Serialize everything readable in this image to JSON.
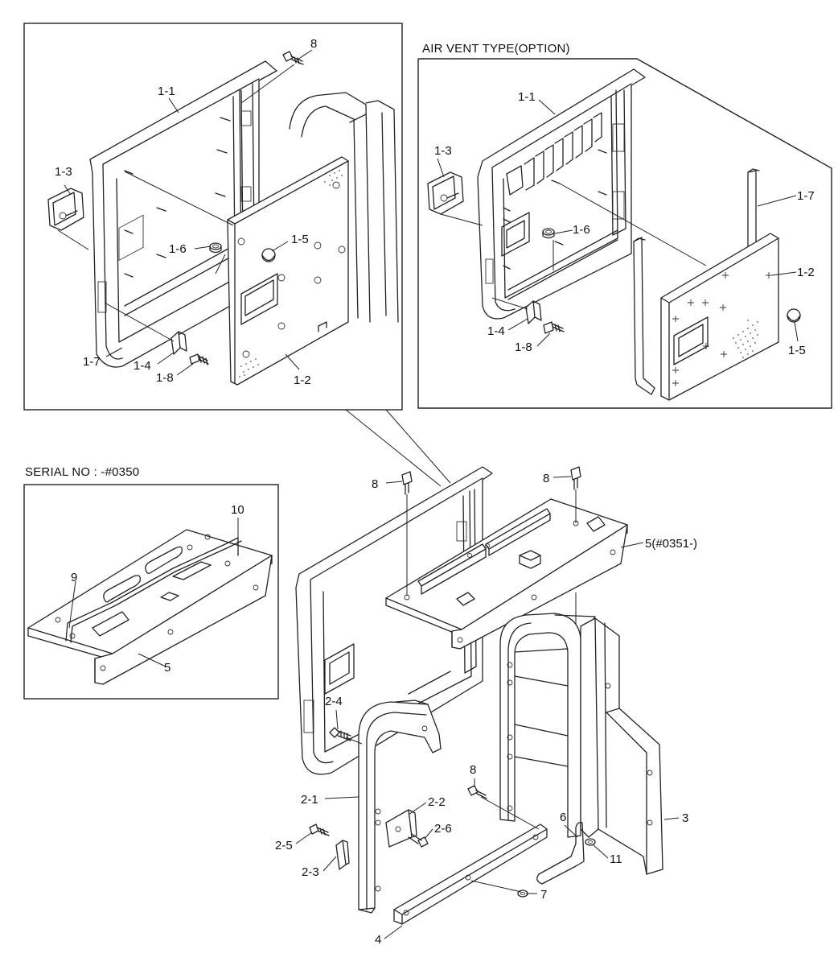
{
  "captions": {
    "air_vent": "AIR VENT TYPE(OPTION)",
    "serial": "SERIAL NO : -#0350"
  },
  "labels_top_left": [
    "8",
    "1-1",
    "1-3",
    "1-6",
    "1-5",
    "1-7",
    "1-4",
    "1-8",
    "1-2"
  ],
  "labels_top_right": [
    "1-1",
    "1-3",
    "1-6",
    "1-7",
    "1-2",
    "1-4",
    "1-8",
    "1-5"
  ],
  "labels_serial": [
    "10",
    "9",
    "5"
  ],
  "labels_main": [
    "8",
    "8",
    "5(#0351-)",
    "2-4",
    "2-1",
    "8",
    "2-2",
    "2-6",
    "2-5",
    "2-3",
    "6",
    "11",
    "3",
    "7",
    "4"
  ]
}
